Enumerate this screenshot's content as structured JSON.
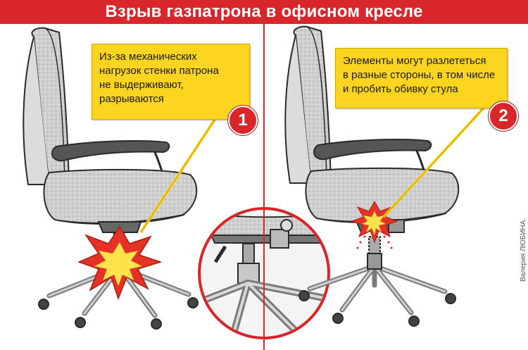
{
  "title": "Взрыв газпатрона в офисном кресле",
  "callouts": [
    {
      "number": "1",
      "text": "Из-за механических\nнагрузок стенки патрона\nне выдерживают,\nразрываются"
    },
    {
      "number": "2",
      "text": "Элементы могут разлететься\nв разные стороны, в том числе\nи пробить обивку стула"
    }
  ],
  "credit": "Валерия ЛЮБИНА.",
  "colors": {
    "title_bg": "#d9262b",
    "callout_bg": "#fbd420",
    "badge_bg": "#d9262b",
    "explosion_outer": "#e63225",
    "explosion_inner": "#ffe34a",
    "chair_fabric": "#c9c9c9",
    "outline": "#2a2a2a"
  },
  "icons": [
    "explosion-icon",
    "explosion-icon",
    "magnifier-circle",
    "number-badge"
  ]
}
